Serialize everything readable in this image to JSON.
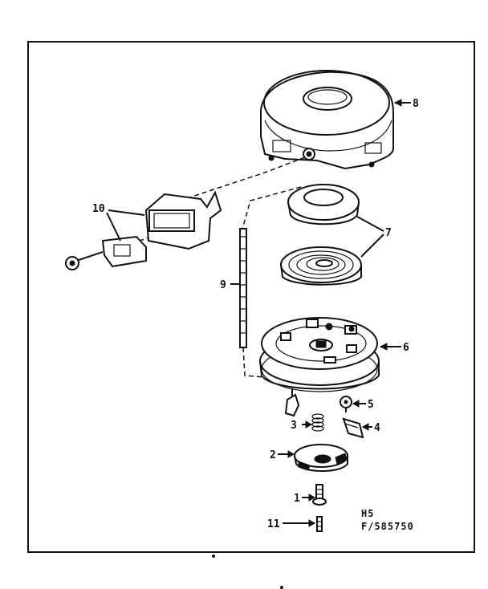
{
  "diagram": {
    "part_labels": {
      "p1": "1",
      "p2": "2",
      "p3": "3",
      "p4": "4",
      "p5": "5",
      "p6": "6",
      "p7": "7",
      "p8": "8",
      "p9": "9",
      "p10": "10",
      "p11": "11"
    },
    "code_line1": "H5",
    "code_line2": "F/585750"
  }
}
